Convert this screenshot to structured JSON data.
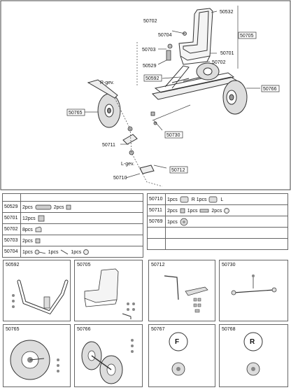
{
  "diagram": {
    "labels": {
      "c50702": "50702",
      "c50704": "50704",
      "c50703": "50703",
      "c50529": "50529",
      "c50592": "50592",
      "c50765": "50765",
      "c50711": "50711",
      "c50710": "50710",
      "c50532": "50532",
      "c50705": "50705",
      "c50701": "50701",
      "c50702b": "50702",
      "c50766": "50766",
      "c50730": "50730",
      "c50712": "50712",
      "rgev": "R-gev.",
      "lgev": "L-gev."
    }
  },
  "parts_table_left": [
    {
      "code": "50529",
      "items": [
        {
          "qty": "2pcs"
        },
        {
          "qty": "2pcs"
        }
      ]
    },
    {
      "code": "50701",
      "items": [
        {
          "qty": "12pcs"
        }
      ]
    },
    {
      "code": "50702",
      "items": [
        {
          "qty": "8pcs"
        }
      ]
    },
    {
      "code": "50703",
      "items": [
        {
          "qty": "2pcs"
        }
      ]
    },
    {
      "code": "50704",
      "items": [
        {
          "qty": "1pcs"
        },
        {
          "qty": "1pcs"
        },
        {
          "qty": "1pcs"
        }
      ]
    }
  ],
  "parts_table_right": [
    {
      "code": "50710",
      "items": [
        {
          "qty": "1pcs"
        },
        {
          "qty": "1pcs"
        }
      ],
      "letters": [
        "R",
        "L"
      ]
    },
    {
      "code": "50711",
      "items": [
        {
          "qty": "2pcs"
        },
        {
          "qty": "1pcs"
        },
        {
          "qty": "2pcs"
        }
      ]
    },
    {
      "code": "50769",
      "items": [
        {
          "qty": "1pcs"
        }
      ]
    }
  ],
  "panels": [
    {
      "code": "50592"
    },
    {
      "code": "50705"
    },
    {
      "code": "50712"
    },
    {
      "code": "50730"
    },
    {
      "code": "50765"
    },
    {
      "code": "50766"
    },
    {
      "code": "50767",
      "letter": "F"
    },
    {
      "code": "50768",
      "letter": "R"
    }
  ]
}
